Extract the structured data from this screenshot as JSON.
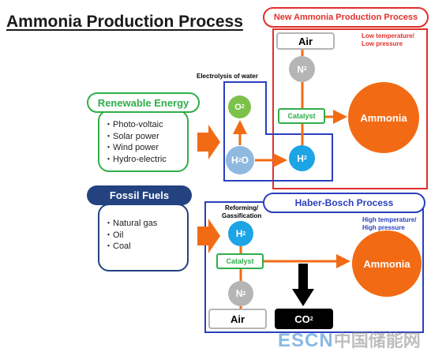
{
  "title": "Ammonia Production Process",
  "new_process": {
    "label": "New Ammonia Production Process",
    "condition": [
      "Low temperature/",
      "Low pressure"
    ],
    "air": "Air",
    "n2": "N",
    "n2_sub": "2",
    "catalyst": "Catalyst",
    "ammonia": "Ammonia"
  },
  "electrolysis": {
    "label": "Electrolysis of water",
    "o2": "O",
    "o2_sub": "2",
    "h2o_pre": "H",
    "h2o_sub": "2",
    "h2o_post": "O",
    "h2": "H",
    "h2_sub": "2"
  },
  "renewable": {
    "label": "Renewable Energy",
    "items": [
      "Photo-voltaic",
      "Solar power",
      "Wind power",
      "Hydro-electric"
    ]
  },
  "fossil": {
    "label": "Fossil Fuels",
    "items": [
      "Natural gas",
      "Oil",
      "Coal"
    ]
  },
  "haber": {
    "label": "Haber-Bosch Process",
    "condition": [
      "High temperature/",
      "High pressure"
    ],
    "reforming": [
      "Reforming/",
      "Gassification"
    ],
    "h2": "H",
    "h2_sub": "2",
    "catalyst": "Catalyst",
    "n2": "N",
    "n2_sub": "2",
    "ammonia": "Ammonia",
    "air": "Air",
    "co2": "CO",
    "co2_sub": "2"
  },
  "watermark": {
    "latin": "ESCN",
    "cjk": "中国储能网"
  },
  "colors": {
    "red": "#e0302a",
    "blue": "#2a3fc0",
    "orange": "#f26b14",
    "green": "#2fae4a",
    "light_green": "#7cc24a",
    "sky": "#1ca4e4",
    "gray": "#b5b5b5",
    "navy": "#24427f"
  }
}
